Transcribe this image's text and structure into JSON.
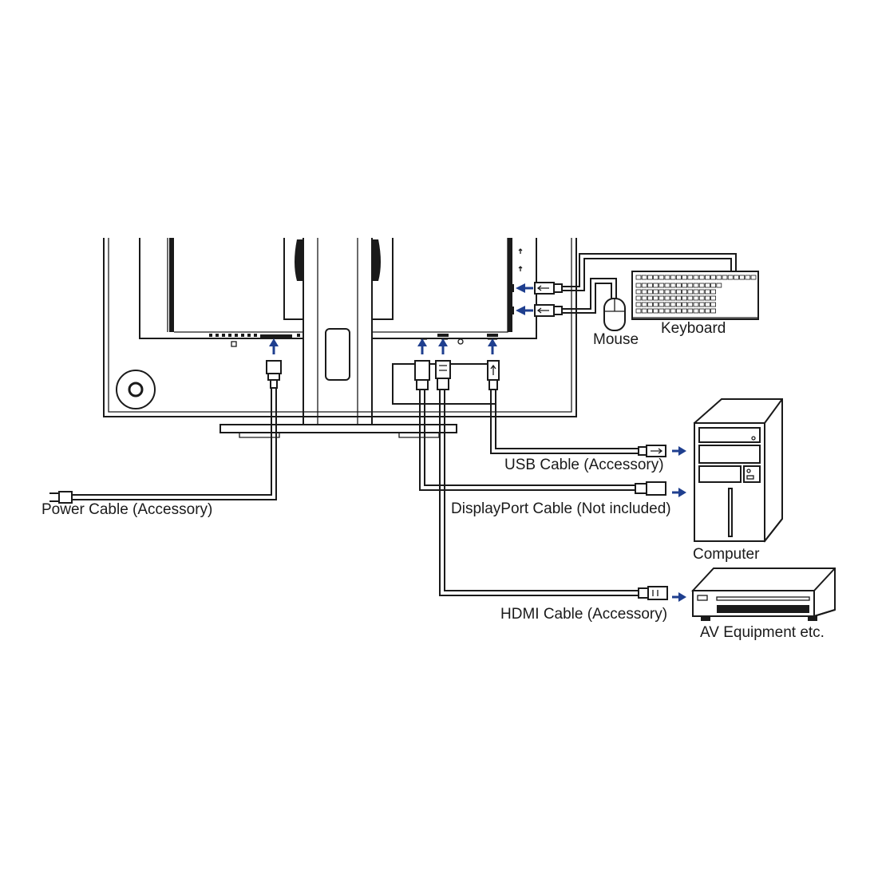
{
  "labels": {
    "power_cable": "Power Cable (Accessory)",
    "usb_cable": "USB Cable (Accessory)",
    "displayport_cable": "DisplayPort Cable (Not included)",
    "hdmi_cable": "HDMI Cable (Accessory)",
    "computer": "Computer",
    "av_equipment": "AV Equipment etc.",
    "mouse": "Mouse",
    "keyboard": "Keyboard"
  },
  "colors": {
    "line": "#1a1a1a",
    "arrow": "#1f3f8f",
    "background": "#ffffff"
  },
  "icons": {
    "arrow": "arrow-icon",
    "usb": "usb-plug-icon",
    "hdmi": "hdmi-plug-icon",
    "displayport": "displayport-plug-icon",
    "power": "power-plug-icon"
  }
}
